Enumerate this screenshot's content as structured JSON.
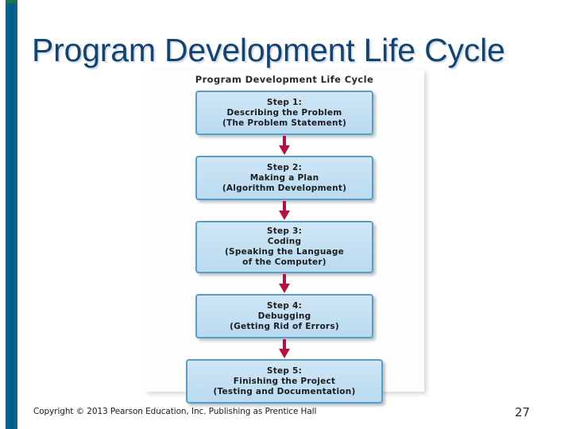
{
  "slide": {
    "title": "Program Development Life Cycle",
    "accent_color": "#056193",
    "title_color": "#15436e"
  },
  "figure": {
    "caption": "Program Development Life Cycle",
    "box_fill": "#c3e0f3",
    "box_border": "#5b9bc4",
    "arrow_color": "#b3123c",
    "steps": [
      {
        "line1": "Step 1:",
        "line2": "Describing the Problem",
        "line3": "(The Problem Statement)",
        "line4": ""
      },
      {
        "line1": "Step 2:",
        "line2": "Making a Plan",
        "line3": "(Algorithm Development)",
        "line4": ""
      },
      {
        "line1": "Step 3:",
        "line2": "Coding",
        "line3": "(Speaking the Language",
        "line4": "of the Computer)"
      },
      {
        "line1": "Step 4:",
        "line2": "Debugging",
        "line3": "(Getting Rid of Errors)",
        "line4": ""
      },
      {
        "line1": "Step 5:",
        "line2": "Finishing the Project",
        "line3": "(Testing and Documentation)",
        "line4": ""
      }
    ]
  },
  "footer": {
    "copyright": "Copyright © 2013 Pearson Education, Inc. Publishing as Prentice Hall",
    "page_number": "27"
  }
}
